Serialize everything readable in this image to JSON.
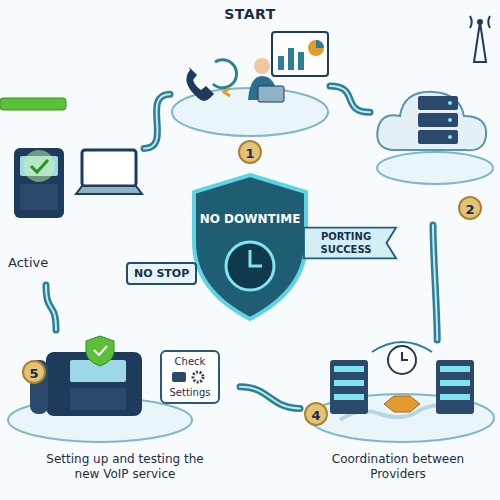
{
  "diagram": {
    "nodes": [
      {
        "text": [
          "START",
          "1"
        ]
      },
      {
        "text": [
          "2"
        ]
      },
      {
        "text": [
          "Active"
        ]
      },
      {
        "text": [
          "NO DOWNTIME"
        ]
      },
      {
        "text": [
          "NO STOP"
        ]
      },
      {
        "text": [
          "PORTING SUCCESS"
        ]
      },
      {
        "text": [
          "5",
          "Setting up and testing the new VoIP service"
        ]
      },
      {
        "text": [
          "Check",
          "Settings"
        ]
      },
      {
        "text": [
          "4",
          "Coordination between Providers"
        ]
      }
    ],
    "edges": [
      {
        "from": 0,
        "to": 1,
        "arrow": "none"
      },
      {
        "from": 1,
        "to": 8,
        "arrow": "none"
      },
      {
        "from": 8,
        "to": 6,
        "arrow": "none"
      },
      {
        "from": 6,
        "to": 2,
        "arrow": "none"
      },
      {
        "from": 2,
        "to": 0,
        "arrow": "none"
      }
    ]
  }
}
